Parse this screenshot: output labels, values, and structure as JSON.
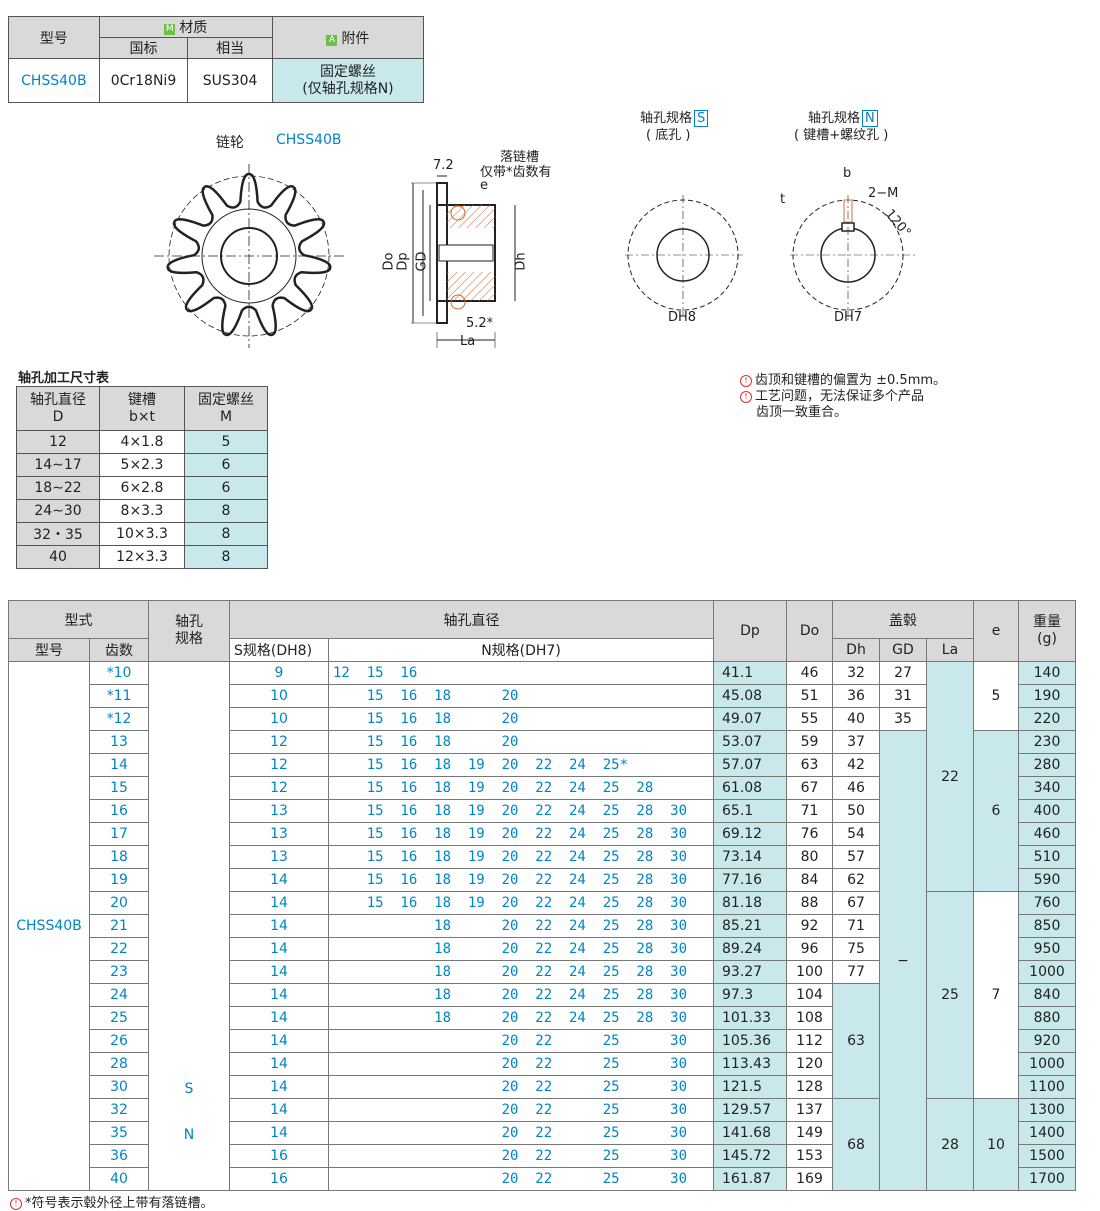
{
  "material": {
    "h_model": "型号",
    "h_material": "材质",
    "h_national": "国标",
    "h_equiv": "相当",
    "h_accessory": "附件",
    "tag_m": "M",
    "tag_a": "A",
    "model": "CHSS40B",
    "national": "0Cr18Ni9",
    "equiv": "SUS304",
    "accessory1": "固定螺丝",
    "accessory2": "(仅轴孔规格N)"
  },
  "drawing": {
    "title": "链轮",
    "model": "CHSS40B",
    "dim_72": "7.2",
    "dim_52": "5.2*",
    "groove1": "落链槽",
    "groove2": "仅带*齿数有",
    "e": "e",
    "Do": "Do",
    "Dp": "Dp",
    "GD": "GD",
    "Dh": "Dh",
    "La": "La",
    "specS_title": "轴孔规格",
    "specS_tag": "S",
    "specS_sub": "( 底孔 )",
    "specN_title": "轴孔规格",
    "specN_tag": "N",
    "specN_sub": "( 键槽+螺纹孔 )",
    "b": "b",
    "t": "t",
    "M2": "2−M",
    "angle": "120°",
    "DH8": "DH8",
    "DH7": "DH7"
  },
  "notes": {
    "n1": "齿顶和键槽的偏置为 ±0.5mm。",
    "n2": "工艺问题，无法保证多个产品",
    "n3": "齿顶一致重合。",
    "footer": "*符号表示毂外径上带有落链槽。"
  },
  "shaft_table": {
    "title": "轴孔加工尺寸表",
    "h1a": "轴孔直径",
    "h1b": "D",
    "h2a": "键槽",
    "h2b": "b×t",
    "h3a": "固定螺丝",
    "h3b": "M",
    "rows": [
      [
        "12",
        "4×1.8",
        "5"
      ],
      [
        "14∼17",
        "5×2.3",
        "6"
      ],
      [
        "18∼22",
        "6×2.8",
        "6"
      ],
      [
        "24∼30",
        "8×3.3",
        "8"
      ],
      [
        "32・35",
        "10×3.3",
        "8"
      ],
      [
        "40",
        "12×3.3",
        "8"
      ]
    ]
  },
  "main_table": {
    "h_type": "型式",
    "h_model": "型号",
    "h_teeth": "齿数",
    "h_bore": "轴孔",
    "h_bore2": "规格",
    "h_diam": "轴孔直径",
    "h_s": "S规格(DH8)",
    "h_n": "N规格(DH7)",
    "h_dp": "Dp",
    "h_do": "Do",
    "h_hub": "盖毂",
    "h_dh": "Dh",
    "h_gd": "GD",
    "h_la": "La",
    "h_e": "e",
    "h_w": "重量",
    "h_w2": "(g)",
    "model": "CHSS40B",
    "spec_s": "S",
    "spec_n": "N",
    "gd_dash": "−",
    "la_22": "22",
    "la_25": "25",
    "la_28": "28",
    "e_5": "5",
    "e_6": "6",
    "e_7": "7",
    "e_10": "10",
    "dh_63": "63",
    "dh_68": "68",
    "rows": [
      {
        "z": "*10",
        "s": "9",
        "n": "12  15  16",
        "dp": "41.1",
        "do": "46",
        "dh": "32",
        "gd": "27",
        "w": "140"
      },
      {
        "z": "*11",
        "s": "10",
        "n": "    15  16  18      20",
        "dp": "45.08",
        "do": "51",
        "dh": "36",
        "gd": "31",
        "w": "190"
      },
      {
        "z": "*12",
        "s": "10",
        "n": "    15  16  18      20",
        "dp": "49.07",
        "do": "55",
        "dh": "40",
        "gd": "35",
        "w": "220"
      },
      {
        "z": "13",
        "s": "12",
        "n": "    15  16  18      20",
        "dp": "53.07",
        "do": "59",
        "dh": "37",
        "w": "230"
      },
      {
        "z": "14",
        "s": "12",
        "n": "    15  16  18  19  20  22  24  25*",
        "dp": "57.07",
        "do": "63",
        "dh": "42",
        "w": "280"
      },
      {
        "z": "15",
        "s": "12",
        "n": "    15  16  18  19  20  22  24  25  28",
        "dp": "61.08",
        "do": "67",
        "dh": "46",
        "w": "340"
      },
      {
        "z": "16",
        "s": "13",
        "n": "    15  16  18  19  20  22  24  25  28  30",
        "dp": "65.1",
        "do": "71",
        "dh": "50",
        "w": "400"
      },
      {
        "z": "17",
        "s": "13",
        "n": "    15  16  18  19  20  22  24  25  28  30",
        "dp": "69.12",
        "do": "76",
        "dh": "54",
        "w": "460"
      },
      {
        "z": "18",
        "s": "13",
        "n": "    15  16  18  19  20  22  24  25  28  30",
        "dp": "73.14",
        "do": "80",
        "dh": "57",
        "w": "510"
      },
      {
        "z": "19",
        "s": "14",
        "n": "    15  16  18  19  20  22  24  25  28  30",
        "dp": "77.16",
        "do": "84",
        "dh": "62",
        "w": "590"
      },
      {
        "z": "20",
        "s": "14",
        "n": "    15  16  18  19  20  22  24  25  28  30",
        "dp": "81.18",
        "do": "88",
        "dh": "67",
        "w": "760"
      },
      {
        "z": "21",
        "s": "14",
        "n": "            18      20  22  24  25  28  30",
        "dp": "85.21",
        "do": "92",
        "dh": "71",
        "w": "850"
      },
      {
        "z": "22",
        "s": "14",
        "n": "            18      20  22  24  25  28  30",
        "dp": "89.24",
        "do": "96",
        "dh": "75",
        "w": "950"
      },
      {
        "z": "23",
        "s": "14",
        "n": "            18      20  22  24  25  28  30",
        "dp": "93.27",
        "do": "100",
        "dh": "77",
        "w": "1000"
      },
      {
        "z": "24",
        "s": "14",
        "n": "            18      20  22  24  25  28  30",
        "dp": "97.3",
        "do": "104",
        "w": "840"
      },
      {
        "z": "25",
        "s": "14",
        "n": "            18      20  22  24  25  28  30",
        "dp": "101.33",
        "do": "108",
        "w": "880"
      },
      {
        "z": "26",
        "s": "14",
        "n": "                    20  22      25      30",
        "dp": "105.36",
        "do": "112",
        "w": "920"
      },
      {
        "z": "28",
        "s": "14",
        "n": "                    20  22      25      30",
        "dp": "113.43",
        "do": "120",
        "w": "1000"
      },
      {
        "z": "30",
        "s": "14",
        "n": "                    20  22      25      30",
        "dp": "121.5",
        "do": "128",
        "w": "1100"
      },
      {
        "z": "32",
        "s": "14",
        "n": "                    20  22      25      30",
        "dp": "129.57",
        "do": "137",
        "w": "1300"
      },
      {
        "z": "35",
        "s": "14",
        "n": "                    20  22      25      30",
        "dp": "141.68",
        "do": "149",
        "w": "1400"
      },
      {
        "z": "36",
        "s": "16",
        "n": "                    20  22      25      30",
        "dp": "145.72",
        "do": "153",
        "w": "1500"
      },
      {
        "z": "40",
        "s": "16",
        "n": "                    20  22      25      30",
        "dp": "161.87",
        "do": "169",
        "w": "1700"
      }
    ]
  }
}
